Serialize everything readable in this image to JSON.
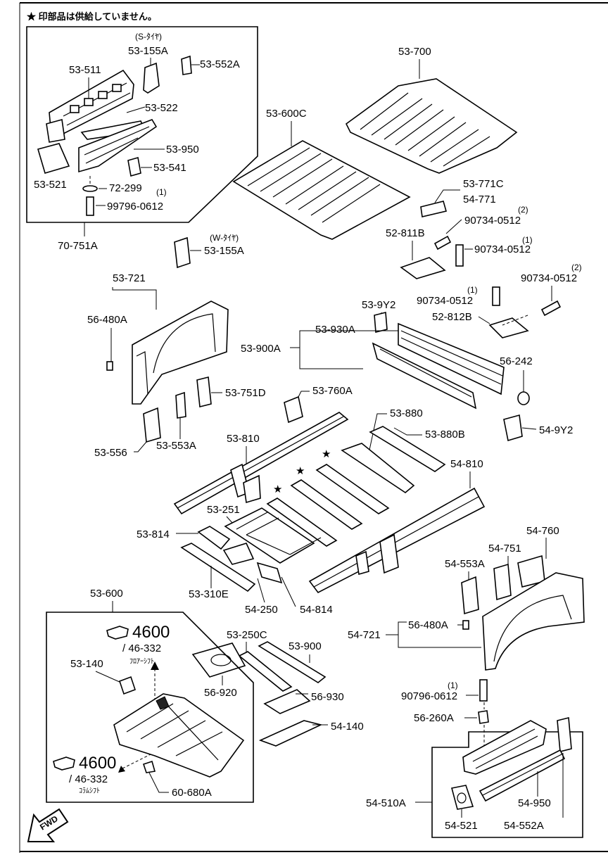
{
  "note": "★ 印部品は供給していません。",
  "inset_top": {
    "tire_note": "(S-ﾀｲﾔ)",
    "parts": [
      "53-155A",
      "53-552A",
      "53-511",
      "53-522",
      "53-950",
      "53-541",
      "53-521",
      "72-299",
      "99796-0612",
      "(1)"
    ],
    "label": "70-751A"
  },
  "parts": {
    "p53_700": "53-700",
    "p53_600C": "53-600C",
    "p53_771C": "53-771C",
    "p54_771": "54-771",
    "p52_811B": "52-811B",
    "p90734_a": "90734-0512",
    "p90734_a_q": "(2)",
    "p90734_b": "90734-0512",
    "p90734_b_q": "(1)",
    "w_tire": "(W-ﾀｲﾔ)",
    "p53_155A_w": "53-155A",
    "p53_721": "53-721",
    "p56_480A_l": "56-480A",
    "p53_9Y2": "53-9Y2",
    "p90734_c": "90734-0512",
    "p90734_c_q": "(2)",
    "p90734_d": "90734-0512",
    "p90734_d_q": "(1)",
    "p52_812B": "52-812B",
    "p53_930A": "53-930A",
    "p53_900A": "53-900A",
    "p56_242": "56-242",
    "p53_751D": "53-751D",
    "p53_760A": "53-760A",
    "p53_880": "53-880",
    "p53_880B": "53-880B",
    "p54_9Y2": "54-9Y2",
    "p53_556": "53-556",
    "p53_553A": "53-553A",
    "p53_810": "53-810",
    "p54_810": "54-810",
    "p53_251": "53-251",
    "p53_814": "53-814",
    "p53_310E": "53-310E",
    "p54_250": "54-250",
    "p54_814": "54-814",
    "p54_760": "54-760",
    "p54_751": "54-751",
    "p54_553A": "54-553A",
    "p56_480A_r": "56-480A",
    "p54_721": "54-721",
    "p90796": "90796-0612",
    "p90796_q": "(1)",
    "p56_260A": "56-260A",
    "p53_250C": "53-250C",
    "p53_900": "53-900",
    "p56_920": "56-920",
    "p56_930": "56-930",
    "p54_140": "54-140"
  },
  "inset_bottom": {
    "label": "53-600",
    "ref1_num": "4600",
    "ref1_sub": "/ 46-332",
    "ref1_kana": "ﾌﾛｱｰｼﾌﾄ",
    "p53_140": "53-140",
    "ref2_num": "4600",
    "ref2_sub": "/ 46-332",
    "ref2_kana": "ｺﾗﾑｼﾌﾄ",
    "p60_680A": "60-680A"
  },
  "inset_right": {
    "label": "54-510A",
    "p54_950": "54-950",
    "p54_521": "54-521",
    "p54_552A": "54-552A"
  },
  "fwd": "FWD",
  "icons": [
    "star-icon",
    "hand-pointer-icon",
    "fwd-arrow-icon"
  ]
}
